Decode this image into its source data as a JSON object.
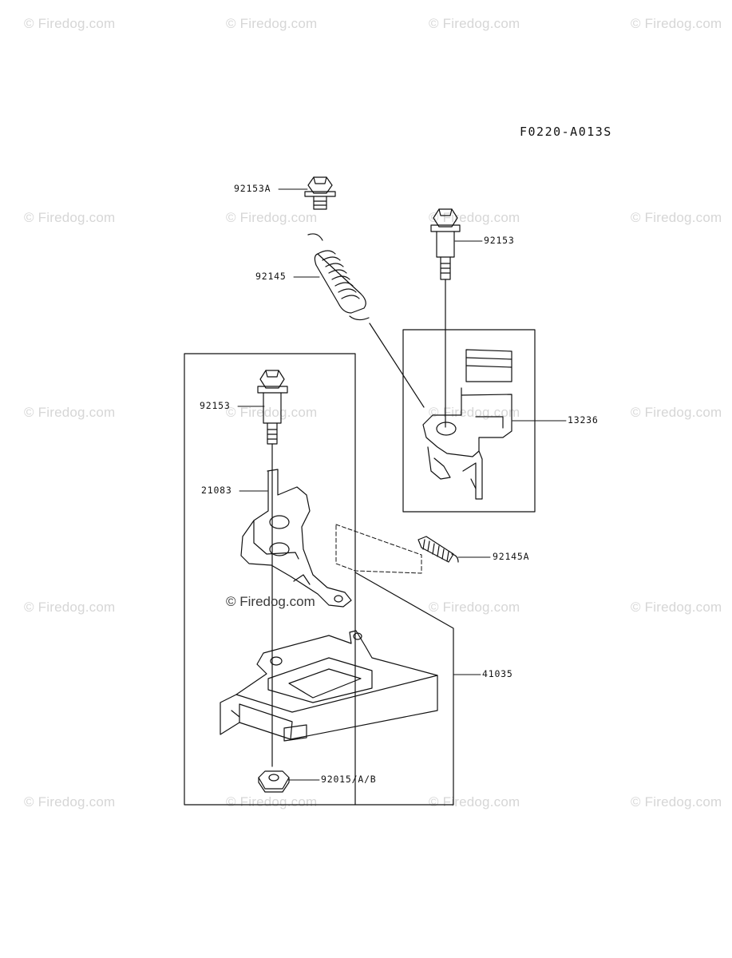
{
  "diagram_code": "F0220-A013S",
  "watermark": "© Firedog.com",
  "parts": [
    {
      "id": "part-92153A",
      "number": "92153A"
    },
    {
      "id": "part-92145",
      "number": "92145"
    },
    {
      "id": "part-92153-top",
      "number": "92153"
    },
    {
      "id": "part-13236",
      "number": "13236"
    },
    {
      "id": "part-92153-left",
      "number": "92153"
    },
    {
      "id": "part-21083",
      "number": "21083"
    },
    {
      "id": "part-92145A",
      "number": "92145A"
    },
    {
      "id": "part-41035",
      "number": "41035"
    },
    {
      "id": "part-92015",
      "number": "92015/A/B"
    }
  ]
}
